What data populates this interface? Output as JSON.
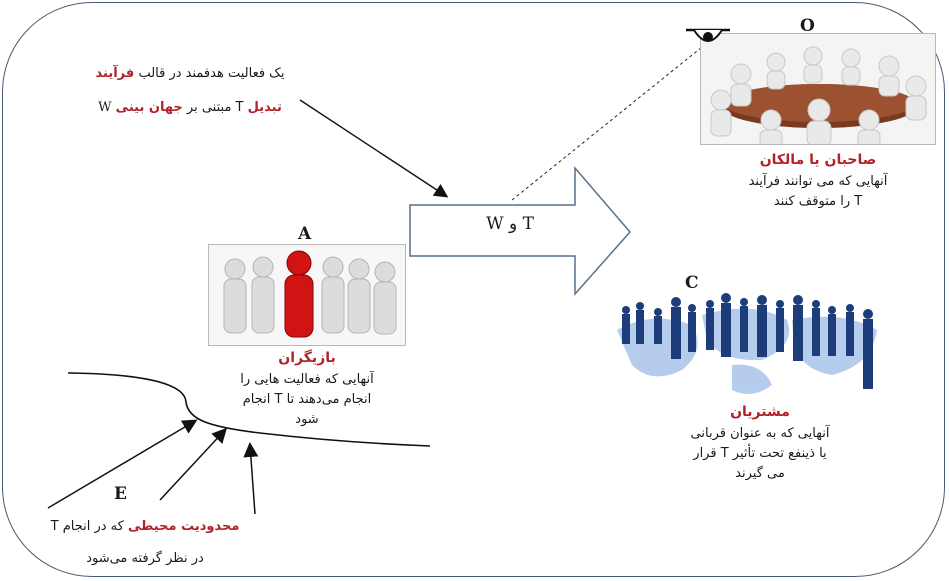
{
  "transformation": {
    "line1_prefix": "یک فعالیت هدفمند در قالب",
    "line1_em": "فرآیند",
    "line2_em1": "تبدیل",
    "line2_mid": "T مبتنی بر",
    "line2_em2": "جهان بینی",
    "line2_suffix": "W"
  },
  "arrow_label": "T و W",
  "owners": {
    "letter": "O",
    "title": "صاحبان یا مالکان",
    "line1": "آنهایی که می توانند فرآیند",
    "line2": "T را متوقف کنند"
  },
  "actors": {
    "letter": "A",
    "title": "بازیگران",
    "line1": "آنهایی که فعالیت هایی را",
    "line2": "انجام می‌دهند تا T انجام",
    "line3": "شود"
  },
  "customers": {
    "letter": "C",
    "title": "مشتریان",
    "line1": "آنهایی که به عنوان قربانی",
    "line2": "یا ذینفع تحت تأثیر T قرار",
    "line3": "می گیرند"
  },
  "environment": {
    "letter": "E",
    "title": "محدودیت محیطی",
    "line1_suffix": "که در انجام T",
    "line2": "در نظر گرفته می‌شود"
  },
  "colors": {
    "accent_red": "#b2222a",
    "frame": "#4a5a72",
    "customers_blue": "#1d3d7a"
  },
  "icons": [
    "eye-icon",
    "meeting-table-image",
    "team-figures-image",
    "world-map-people-image"
  ]
}
